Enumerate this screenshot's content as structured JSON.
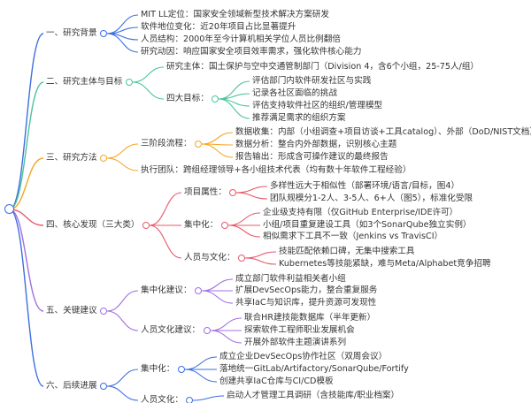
{
  "mindmap": {
    "branches": [
      {
        "label": "一、研究背景",
        "color": "#3d6fe0",
        "children": [
          {
            "label": "MIT LL定位：国家安全领域新型技术解决方案研发"
          },
          {
            "label": "软件地位变化：近20年项目占比显著提升"
          },
          {
            "label": "人员结构：2000年至今计算机相关学位人员比例翻倍"
          },
          {
            "label": "研究动因：响应国家安全项目效率需求，强化软件核心能力"
          }
        ]
      },
      {
        "label": "二、研究主体与目标",
        "color": "#4cc49a",
        "children": [
          {
            "label": "研究主体：国土保护与空中交通管制部门（Division 4，含6个小组，25-75人/组）"
          },
          {
            "label": "四大目标：",
            "children": [
              {
                "label": "评估部门内软件研发社区与实践"
              },
              {
                "label": "记录各社区面临的挑战"
              },
              {
                "label": "评估支持软件社区的组织/管理模型"
              },
              {
                "label": "推荐满足需求的组织方案"
              }
            ]
          }
        ]
      },
      {
        "label": "三、研究方法",
        "color": "#f5a623",
        "children": [
          {
            "label": "三阶段流程：",
            "children": [
              {
                "label": "数据收集：内部（小组调查+项目访谈+工具catalog）、外部（DoD/NIST文档）"
              },
              {
                "label": "数据分析：整合内外部数据，识别核心主题"
              },
              {
                "label": "报告输出：形成含可操作建议的最终报告"
              }
            ]
          },
          {
            "label": "执行团队：跨组经理领导+各小组技术代表（均有数十年软件工程经验）"
          }
        ]
      },
      {
        "label": "四、核心发现（三大类）",
        "color": "#e85a6a",
        "children": [
          {
            "label": "项目属性：",
            "children": [
              {
                "label": "多样性远大于相似性（部署环境/语言/目标，图4）"
              },
              {
                "label": "团队规模分1-2人、3-5人、6+人（图5），标准化受限"
              }
            ]
          },
          {
            "label": "集中化：",
            "children": [
              {
                "label": "企业级支持有限（仅GitHub Enterprise/IDE许可）"
              },
              {
                "label": "小组/项目重复建设工具（如3个SonarQube独立实例）"
              },
              {
                "label": "相似需求下工具不一致（Jenkins vs TravisCI）"
              }
            ]
          },
          {
            "label": "人员与文化：",
            "children": [
              {
                "label": "技能匹配依赖口碑，无集中搜索工具"
              },
              {
                "label": "Kubernetes等技能紧缺，难与Meta/Alphabet竞争招聘"
              }
            ]
          }
        ]
      },
      {
        "label": "五、关键建议",
        "color": "#a070e0",
        "children": [
          {
            "label": "集中化建议：",
            "children": [
              {
                "label": "成立部门软件利益相关者小组"
              },
              {
                "label": "扩展DevSecOps能力，整合重复服务"
              },
              {
                "label": "共享IaC与知识库，提升资源可发现性"
              }
            ]
          },
          {
            "label": "人员文化建议：",
            "children": [
              {
                "label": "联合HR建技能数据库（半年更新）"
              },
              {
                "label": "探索软件工程师职业发展机会"
              },
              {
                "label": "开展外部软件主题演讲系列"
              }
            ]
          }
        ]
      },
      {
        "label": "六、后续进展",
        "color": "#3d6fe0",
        "children": [
          {
            "label": "集中化：",
            "children": [
              {
                "label": "成立企业DevSecOps协作社区（双周会议）"
              },
              {
                "label": "落地统一GitLab/Artifactory/SonarQube/Fortify"
              },
              {
                "label": "创建共享IaC仓库与CI/CD模板"
              }
            ]
          },
          {
            "label": "人员文化：",
            "children": [
              {
                "label": "启动人才管理工具调研（含技能库/职业档案）"
              }
            ]
          }
        ]
      }
    ]
  }
}
